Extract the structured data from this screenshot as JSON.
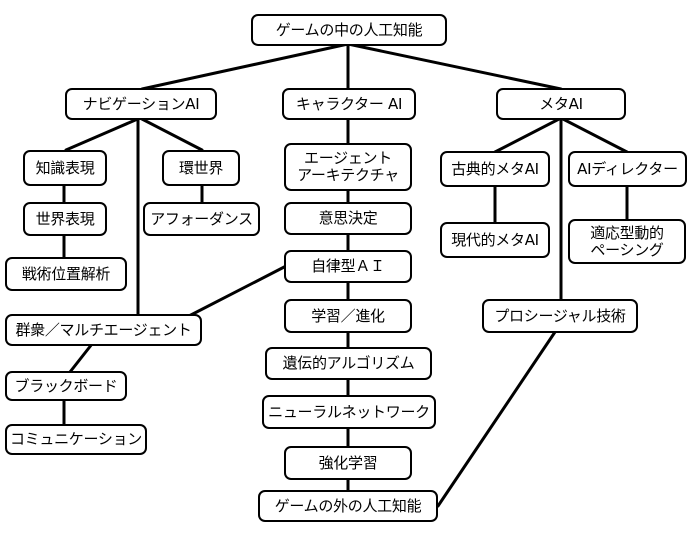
{
  "diagram": {
    "nodes": {
      "root": "ゲームの中の人工知能",
      "nav_ai": "ナビゲーションAI",
      "char_ai": "キャラクター AI",
      "meta_ai": "メタAI",
      "knowledge": "知識表現",
      "environment": "環世界",
      "agent_arch": "エージェント\nアーキテクチャ",
      "classic_meta": "古典的メタAI",
      "ai_director": "AIディレクター",
      "world_rep": "世界表現",
      "affordance": "アフォーダンス",
      "decision": "意思決定",
      "modern_meta": "現代的メタAI",
      "adaptive_pacing": "適応型動的\nペーシング",
      "tactical": "戦術位置解析",
      "autonomous": "自律型ＡＩ",
      "swarm": "群衆／マルチエージェント",
      "learning": "学習／進化",
      "procedural": "プロシージャル技術",
      "genetic": "遺伝的アルゴリズム",
      "blackboard": "ブラックボード",
      "neural": "ニューラルネットワーク",
      "communication": "コミュニケーション",
      "reinforcement": "強化学習",
      "outside_ai": "ゲームの外の人工知能"
    }
  }
}
